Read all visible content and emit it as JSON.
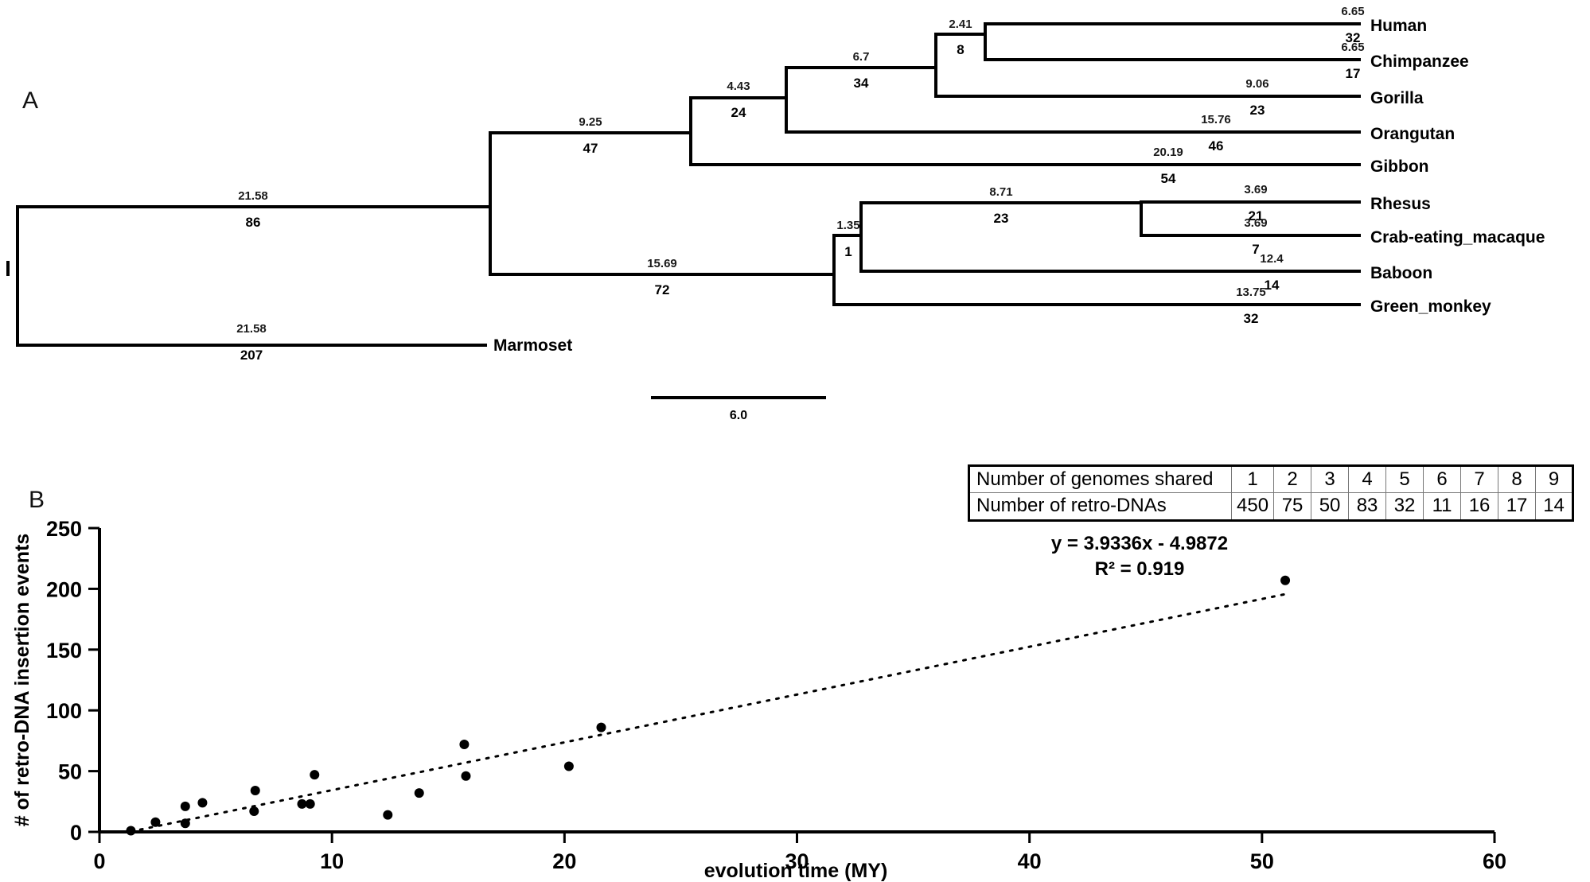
{
  "figure": {
    "panel_a_letter": "A",
    "panel_b_letter": "B"
  },
  "tree": {
    "scale_bar_label": "6.0",
    "tips": [
      {
        "name": "Human",
        "length": "6.65",
        "count": "32"
      },
      {
        "name": "Chimpanzee",
        "length": "6.65",
        "count": "17"
      },
      {
        "name": "Gorilla",
        "length": "9.06",
        "count": "23"
      },
      {
        "name": "Orangutan",
        "length": "15.76",
        "count": "46"
      },
      {
        "name": "Gibbon",
        "length": "20.19",
        "count": "54"
      },
      {
        "name": "Rhesus",
        "length": "3.69",
        "count": "21"
      },
      {
        "name": "Crab-eating_macaque",
        "length": "3.69",
        "count": "7"
      },
      {
        "name": "Baboon",
        "length": "12.4",
        "count": "14"
      },
      {
        "name": "Green_monkey",
        "length": "13.75",
        "count": "32"
      },
      {
        "name": "Marmoset",
        "length": "21.58",
        "count": "207"
      }
    ],
    "internal_nodes": [
      {
        "id": "human-chimp",
        "length": "2.41",
        "count": "8"
      },
      {
        "id": "great-ape",
        "length": "6.7",
        "count": "34"
      },
      {
        "id": "hominid",
        "length": "4.43",
        "count": "24"
      },
      {
        "id": "ape",
        "length": "9.25",
        "count": "47"
      },
      {
        "id": "catarrhine",
        "length": "21.58",
        "count": "86"
      },
      {
        "id": "owm",
        "length": "15.69",
        "count": "72"
      },
      {
        "id": "macaque-clade",
        "length": "1.35",
        "count": "1"
      },
      {
        "id": "papionini",
        "length": "8.71",
        "count": "23"
      }
    ]
  },
  "summary_table": {
    "rows": [
      {
        "label": "Number of genomes shared",
        "values": [
          "1",
          "2",
          "3",
          "4",
          "5",
          "6",
          "7",
          "8",
          "9"
        ]
      },
      {
        "label": "Number of retro-DNAs",
        "values": [
          "450",
          "75",
          "50",
          "83",
          "32",
          "11",
          "16",
          "17",
          "14"
        ]
      }
    ]
  },
  "chart_data": {
    "type": "scatter",
    "title": "",
    "xlabel": "evolution time (MY)",
    "ylabel": "# of retro-DNA insertion events",
    "xlim": [
      0,
      60
    ],
    "ylim": [
      0,
      250
    ],
    "xticks": [
      "0",
      "10",
      "20",
      "30",
      "40",
      "50",
      "60"
    ],
    "yticks": [
      "0",
      "50",
      "100",
      "150",
      "200",
      "250"
    ],
    "grid": false,
    "legend": "none",
    "points": [
      {
        "x": 1.35,
        "y": 1
      },
      {
        "x": 2.41,
        "y": 8
      },
      {
        "x": 3.69,
        "y": 7
      },
      {
        "x": 3.69,
        "y": 21
      },
      {
        "x": 4.43,
        "y": 24
      },
      {
        "x": 6.65,
        "y": 17
      },
      {
        "x": 6.7,
        "y": 34
      },
      {
        "x": 8.71,
        "y": 23
      },
      {
        "x": 9.06,
        "y": 23
      },
      {
        "x": 9.25,
        "y": 47
      },
      {
        "x": 12.4,
        "y": 14
      },
      {
        "x": 13.75,
        "y": 32
      },
      {
        "x": 15.69,
        "y": 72
      },
      {
        "x": 15.76,
        "y": 46
      },
      {
        "x": 20.19,
        "y": 54
      },
      {
        "x": 21.58,
        "y": 86
      },
      {
        "x": 51.0,
        "y": 207
      }
    ],
    "trendline": {
      "equation": "y = 3.9336x - 4.9872",
      "r_squared": "R² = 0.919",
      "slope": 3.9336,
      "intercept": -4.9872,
      "x_start": 1.35,
      "x_end": 51.0
    }
  }
}
